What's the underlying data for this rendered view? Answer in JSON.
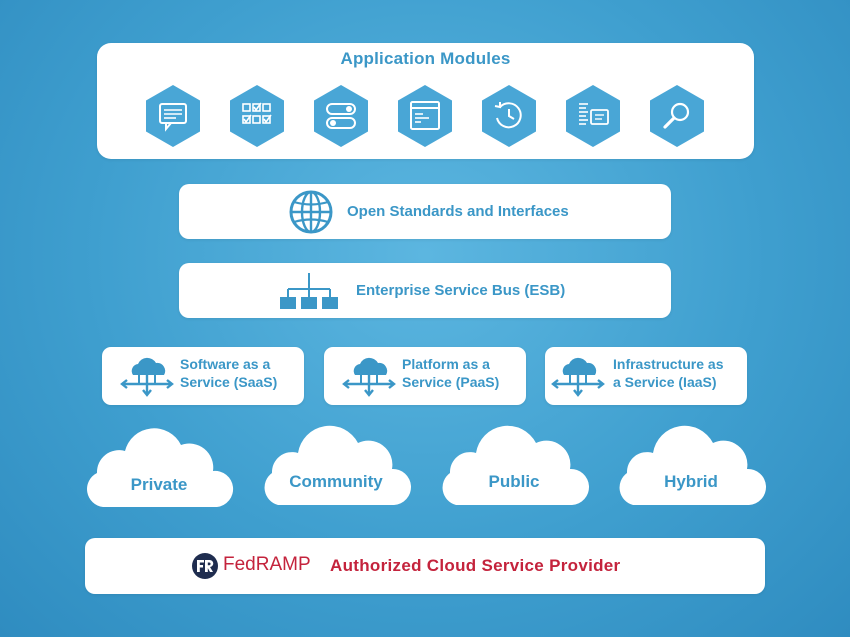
{
  "modules": {
    "title": "Application Modules",
    "icons": [
      "message-icon",
      "checklist-icon",
      "toggle-icon",
      "window-icon",
      "clock-icon",
      "list-card-icon",
      "search-icon"
    ]
  },
  "standards": {
    "label": "Open Standards and Interfaces",
    "icon": "globe-icon"
  },
  "esb": {
    "label": "Enterprise Service Bus (ESB)",
    "icon": "hierarchy-icon"
  },
  "services": [
    {
      "line1": "Software as a",
      "line2": "Service (SaaS)"
    },
    {
      "line1": "Platform as a",
      "line2": "Service (PaaS)"
    },
    {
      "line1": "Infrastructure as",
      "line2": "a Service (IaaS)"
    }
  ],
  "clouds": [
    "Private",
    "Community",
    "Public",
    "Hybrid"
  ],
  "fedramp": {
    "brand": "FedRAMP",
    "tagline": "Authorized Cloud Service Provider"
  },
  "colors": {
    "accent": "#3b97c7",
    "hex_fill": "#49a6d6",
    "fedramp_red": "#c4233c",
    "fedramp_navy": "#1f2d4f"
  }
}
